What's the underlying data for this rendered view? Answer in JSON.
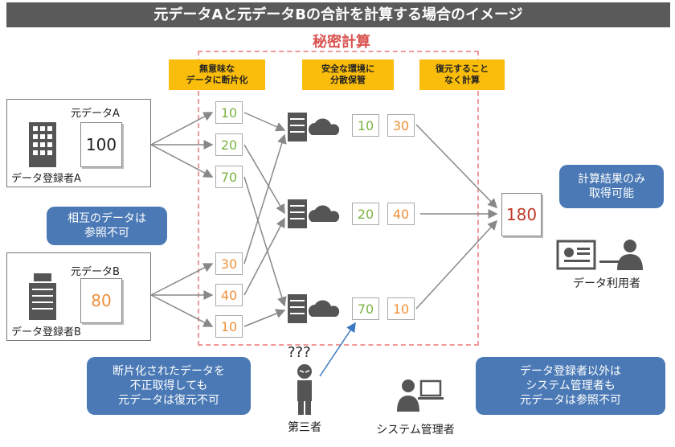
{
  "title": "元データAと元データBの合計を計算する場合のイメージ",
  "secure_title": "秘密計算",
  "steps": [
    {
      "label": "無意味な\nデータに断片化"
    },
    {
      "label": "安全な環境に\n分散保管"
    },
    {
      "label": "復元すること\nなく計算"
    }
  ],
  "registrant_a": {
    "doc_label": "元データA",
    "value": "100",
    "name": "データ登録者A"
  },
  "registrant_b": {
    "doc_label": "元データB",
    "value": "80",
    "name": "データ登録者B"
  },
  "fragments_a": [
    "10",
    "20",
    "70"
  ],
  "fragments_b": [
    "30",
    "40",
    "10"
  ],
  "servers": [
    {
      "a": "10",
      "b": "30"
    },
    {
      "a": "20",
      "b": "40"
    },
    {
      "a": "70",
      "b": "10"
    }
  ],
  "result": "180",
  "bubbles": {
    "mutual": "相互のデータは\n参照不可",
    "result_only": "計算結果のみ\n取得可能",
    "fragment": "断片化されたデータを\n不正取得しても\n元データは復元不可",
    "admin": "データ登録者以外は\nシステム管理者も\n元データは参照不可"
  },
  "people": {
    "user": "データ利用者",
    "third": "第三者",
    "question": "???",
    "admin": "システム管理者"
  }
}
